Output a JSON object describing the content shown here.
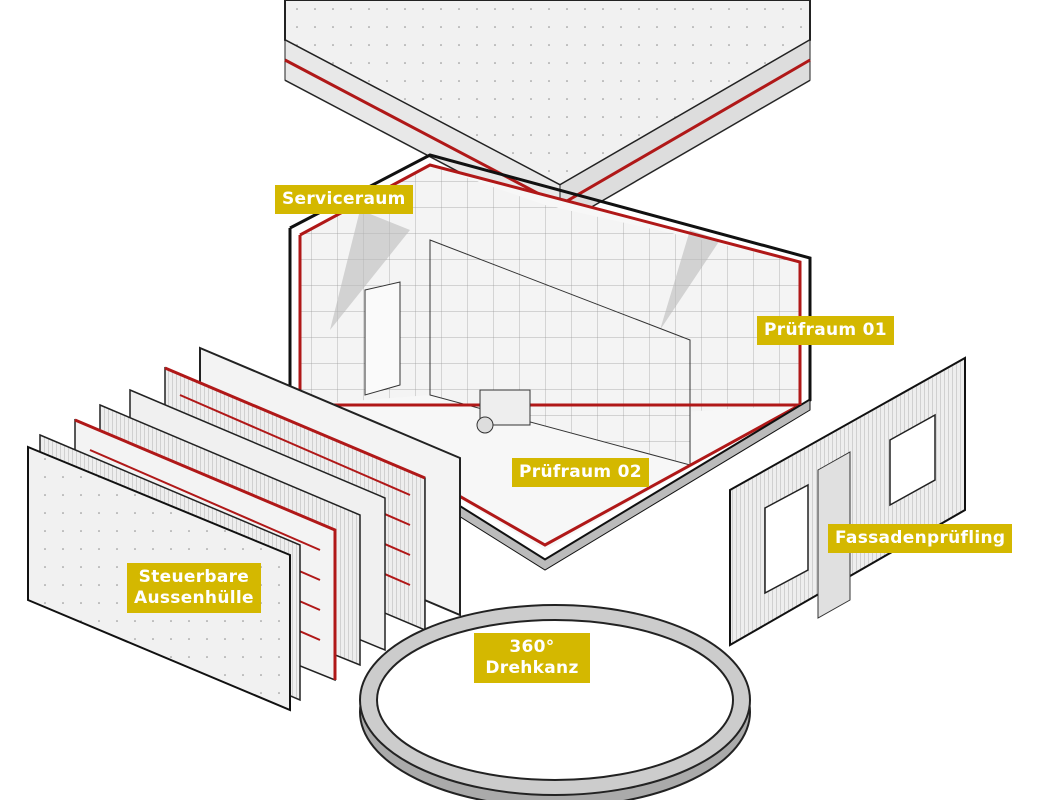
{
  "labels": {
    "serviceraum": "Serviceraum",
    "pruefraum_01": "Prüfraum 01",
    "pruefraum_02": "Prüfraum 02",
    "aussenhuelle": "Steuerbare\nAussenhülle",
    "drehkranz": "360°\nDrehkanz",
    "fassade": "Fassadenprüfling"
  },
  "colors": {
    "label": "#d4b800",
    "heating": "#b01818",
    "panel": "#efefef",
    "line": "#222222"
  }
}
